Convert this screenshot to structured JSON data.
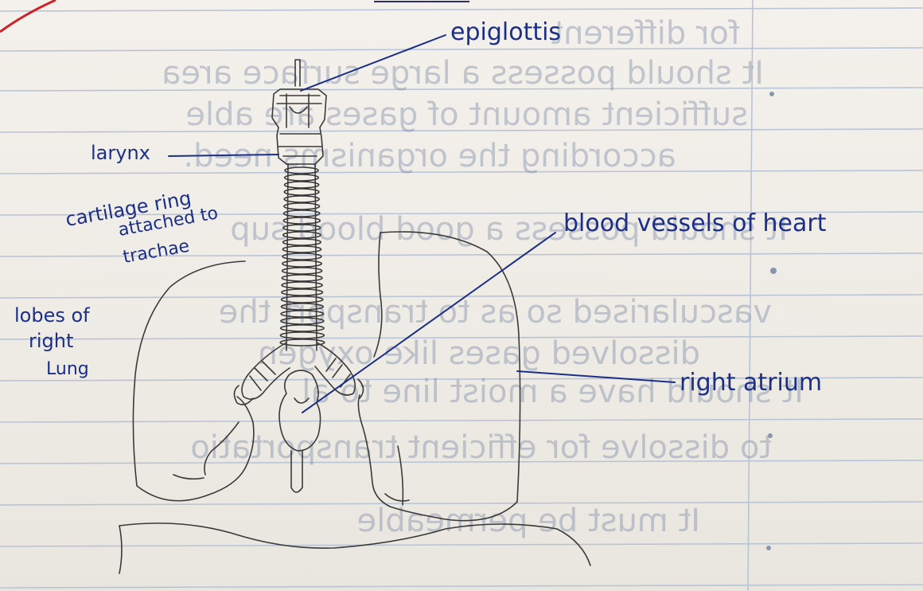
{
  "labels": {
    "epiglottis": "epiglottis",
    "larynx": "larynx",
    "cartilage_line1": "cartilage ring",
    "cartilage_line2": "attached to",
    "cartilage_line3": "trachae",
    "lobes_line1": "lobes of",
    "lobes_line2": "right",
    "lobes_line3": "Lung",
    "blood_vessels": "blood vessels of heart",
    "right_atrium": "right atrium"
  },
  "bleed_through_lines": [
    "for different",
    "It should possess a large surface area",
    "sufficient amount of gases are able",
    "according the organisms need.",
    "It should possess a good blood sup",
    "vascularised so as to transport the",
    "dissolved gases like oxygen",
    "It should have a moist line to al",
    "to dissolve for efficient transportatio",
    "It must be permeable"
  ],
  "colors": {
    "paper": "#f2efe9",
    "ruled_line": "#b9c3d6",
    "ink_blue": "#1b2f86",
    "pencil": "#3a3a3a",
    "margin_red": "#c8242a"
  }
}
